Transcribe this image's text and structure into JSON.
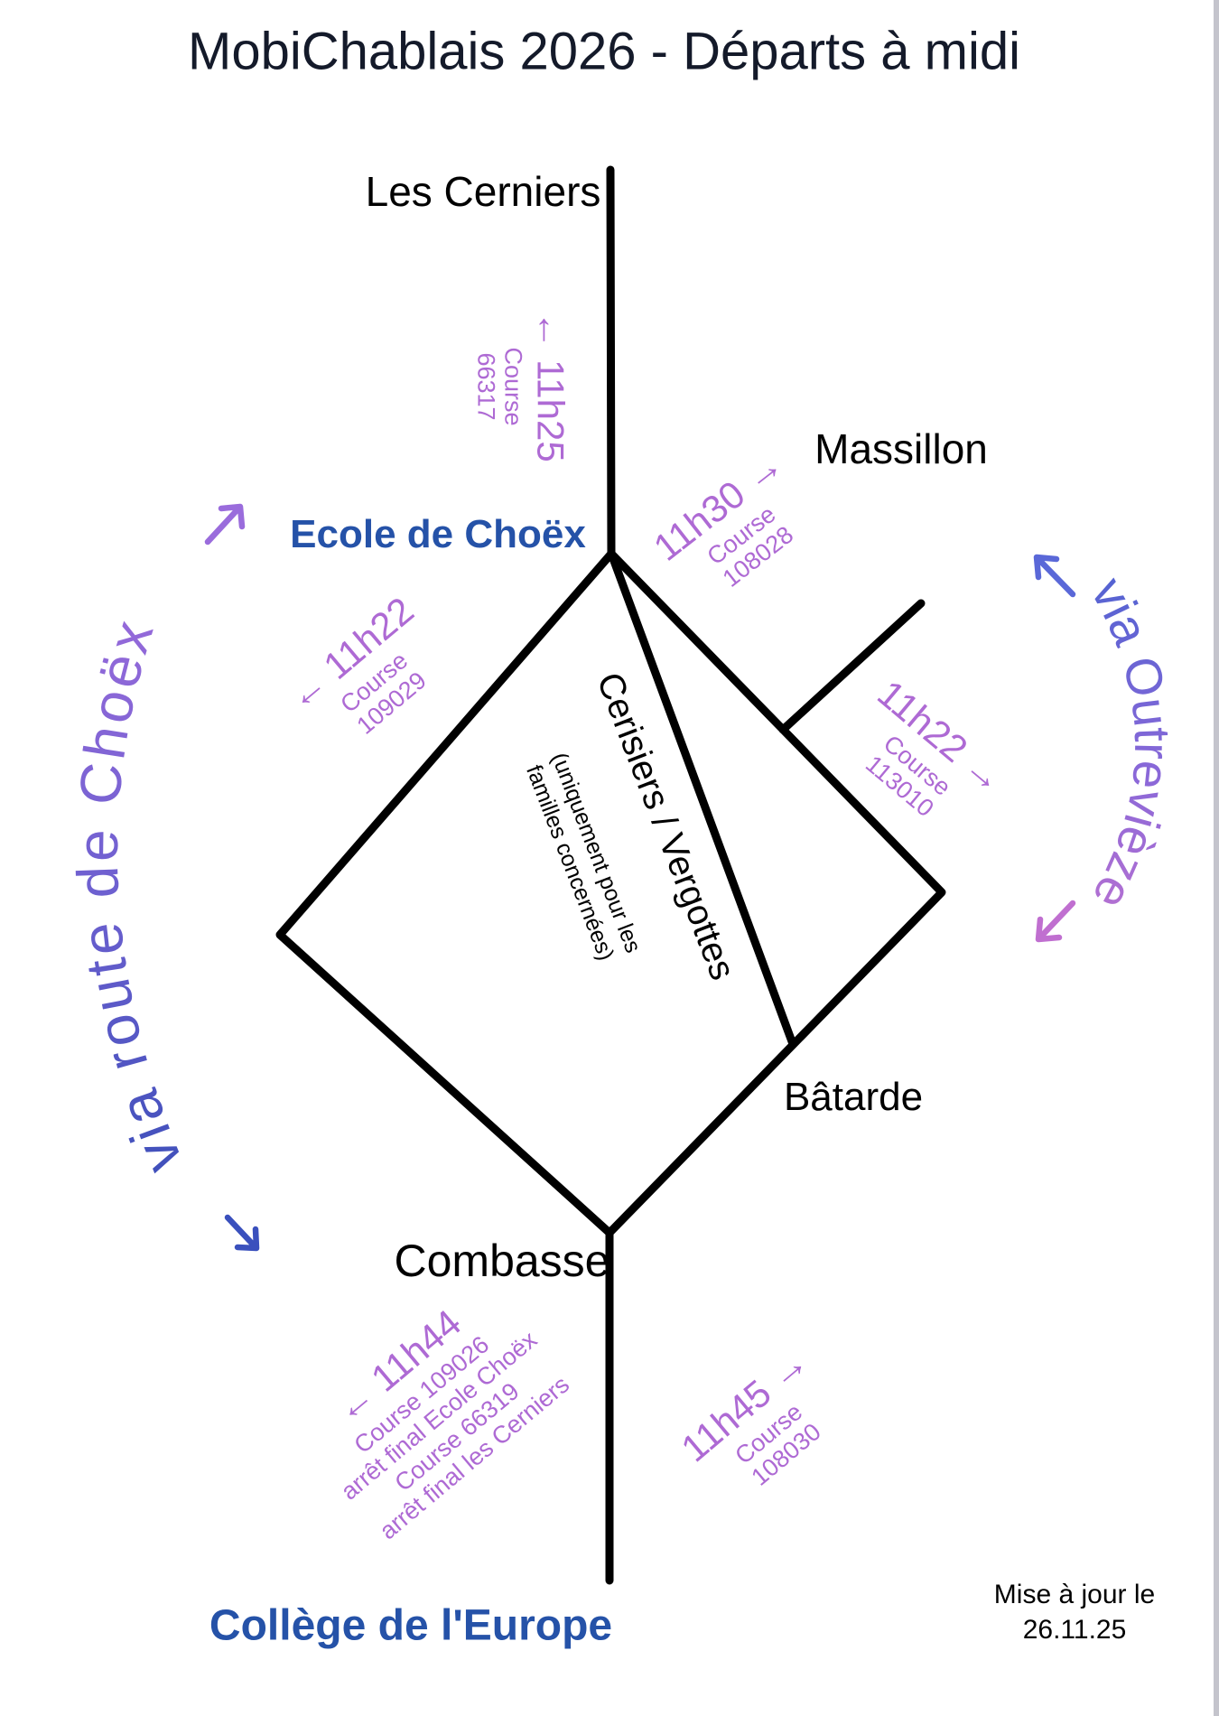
{
  "title": "MobiChablais 2026 - Départs à midi",
  "stops": {
    "les_cerniers": "Les Cerniers",
    "ecole_de_choex": "Ecole de Choëx",
    "massillon": "Massillon",
    "batarde": "Bâtarde",
    "combasse": "Combasse",
    "college_europe": "Collège de l'Europe"
  },
  "center": {
    "label": "Cerisiers / Vergottes",
    "note1": "(uniquement pour les",
    "note2": "familles concernées)"
  },
  "departures": {
    "to_les_cerniers": {
      "time": "← 11h25",
      "course": "Course",
      "number": "66317"
    },
    "to_massillon": {
      "time": "11h30 →",
      "course": "Course",
      "number": "108028"
    },
    "via_route_de_choex": {
      "time": "← 11h22",
      "course": "Course",
      "number": "109029"
    },
    "via_outrevieze": {
      "time": "11h22 →",
      "course": "Course",
      "number": "113010"
    },
    "to_college_left": {
      "time": "← 11h44",
      "details": [
        "Course 109026",
        "arrêt final Ecole Choëx",
        "Course 66319",
        "arrêt final les Cerniers"
      ]
    },
    "to_college_right": {
      "time": "11h45 →",
      "course": "Course",
      "number": "108030"
    }
  },
  "via_labels": {
    "left": "via route de Choëx",
    "right": "via Outrevièze"
  },
  "footer": {
    "updated_label": "Mise à jour le",
    "updated_date": "26.11.25"
  },
  "colors": {
    "purple": "#ae6ad4",
    "blue_label": "#2552a8",
    "line_black": "#000000",
    "arc_left_start": "#3a4eb8",
    "arc_left_mid": "#6e60d0",
    "arc_left_end": "#9e6cdc",
    "arc_right_start": "#5563d2",
    "arc_right_mid": "#8a68d8",
    "arc_right_end": "#c273d0",
    "arrow_left_top": "#9a6cdc",
    "arrow_left_bottom": "#3a50bd",
    "arrow_right_top": "#5a68d8",
    "arrow_right_bottom": "#c06fd0"
  }
}
